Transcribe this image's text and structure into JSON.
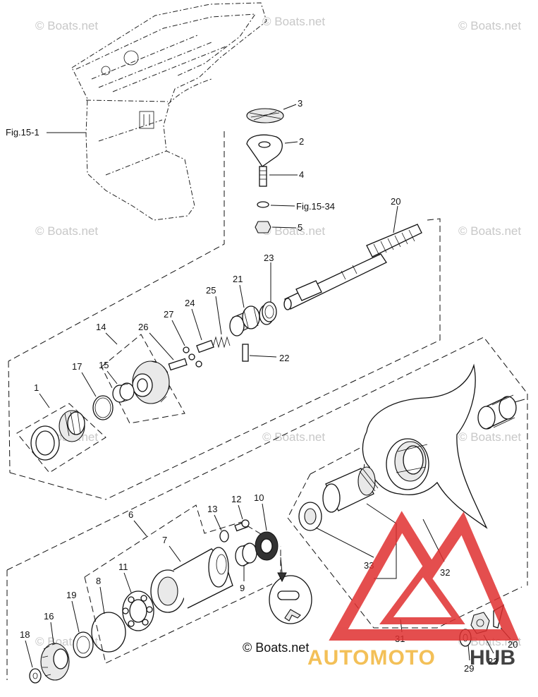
{
  "watermark": "© Boats.net",
  "copyright": "© Boats.net",
  "brand": {
    "word1": "AUTOMOTO",
    "word2": "HUB",
    "colors": {
      "triangle": "#e03030",
      "word1": "#f2b63c",
      "word2": "#222222"
    }
  },
  "references": {
    "fig_15_1": "Fig.15-1",
    "fig_15_34": "Fig.15-34"
  },
  "callouts": {
    "c1": "1",
    "c2": "2",
    "c3": "3",
    "c4": "4",
    "c5": "5",
    "c6": "6",
    "c7": "7",
    "c8": "8",
    "c9": "9",
    "c10": "10",
    "c11": "11",
    "c12": "12",
    "c13": "13",
    "c14": "14",
    "c15": "15",
    "c16": "16",
    "c17": "17",
    "c18": "18",
    "c19": "19",
    "c20a": "20",
    "c20b": "20",
    "c21": "21",
    "c22": "22",
    "c23a": "23",
    "c23b": "23",
    "c24": "24",
    "c25": "25",
    "c26": "26",
    "c27": "27",
    "c29": "29",
    "c31": "31",
    "c32": "32",
    "c33": "33"
  }
}
